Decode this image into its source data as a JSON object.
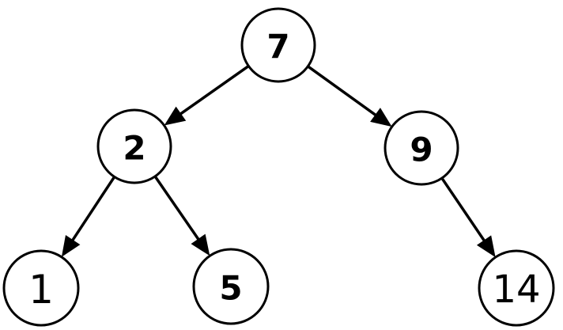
{
  "tree": {
    "nodes": [
      {
        "id": "n7",
        "label": "7"
      },
      {
        "id": "n2",
        "label": "2"
      },
      {
        "id": "n9",
        "label": "9"
      },
      {
        "id": "n1",
        "label": "1"
      },
      {
        "id": "n5",
        "label": "5"
      },
      {
        "id": "n14",
        "label": "14"
      }
    ],
    "edges": [
      {
        "from": "n7",
        "to": "n2"
      },
      {
        "from": "n7",
        "to": "n9"
      },
      {
        "from": "n2",
        "to": "n1"
      },
      {
        "from": "n2",
        "to": "n5"
      },
      {
        "from": "n9",
        "to": "n14"
      }
    ]
  }
}
